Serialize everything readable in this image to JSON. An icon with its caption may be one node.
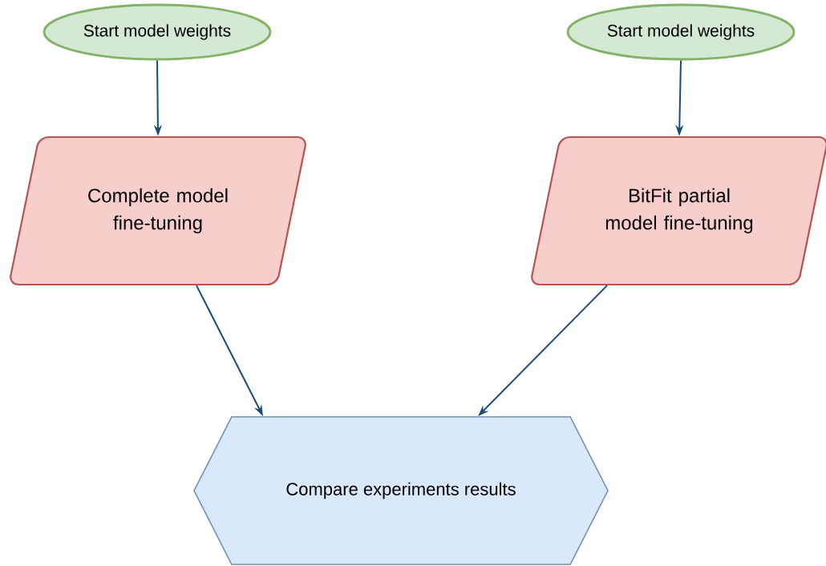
{
  "diagram": {
    "nodes": [
      {
        "text": [
          "Start model weights"
        ]
      },
      {
        "text": [
          "Start model weights"
        ]
      },
      {
        "text": [
          "Complete model fine-tuning"
        ]
      },
      {
        "text": [
          "BitFit partial model fine-tuning"
        ]
      },
      {
        "text": [
          "Compare experiments results"
        ]
      }
    ],
    "edges": [
      {
        "from": 0,
        "to": 2,
        "arrow": "to"
      },
      {
        "from": 1,
        "to": 3,
        "arrow": "to"
      },
      {
        "from": 2,
        "to": 4,
        "arrow": "to"
      },
      {
        "from": 3,
        "to": 4,
        "arrow": "to"
      }
    ]
  }
}
